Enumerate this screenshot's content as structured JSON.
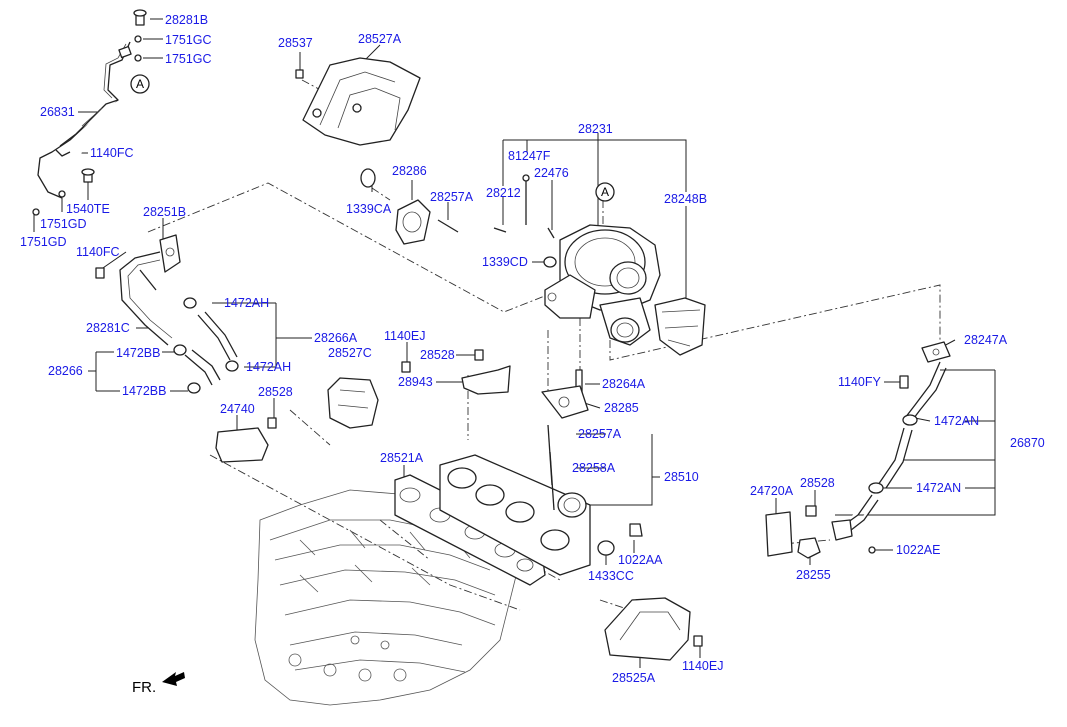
{
  "diagram": {
    "fr_label": "FR.",
    "callout_a": "A",
    "labels": [
      {
        "id": "l01",
        "text": "28281B"
      },
      {
        "id": "l02",
        "text": "1751GC"
      },
      {
        "id": "l03",
        "text": "1751GC"
      },
      {
        "id": "l04",
        "text": "26831"
      },
      {
        "id": "l05",
        "text": "1140FC"
      },
      {
        "id": "l06",
        "text": "1540TE"
      },
      {
        "id": "l07",
        "text": "1751GD"
      },
      {
        "id": "l08",
        "text": "1751GD"
      },
      {
        "id": "l09",
        "text": "28537"
      },
      {
        "id": "l10",
        "text": "28527A"
      },
      {
        "id": "l11",
        "text": "28231"
      },
      {
        "id": "l12",
        "text": "81247F"
      },
      {
        "id": "l13",
        "text": "22476"
      },
      {
        "id": "l14",
        "text": "28212"
      },
      {
        "id": "l15",
        "text": "28248B"
      },
      {
        "id": "l16",
        "text": "28286"
      },
      {
        "id": "l17",
        "text": "28257A"
      },
      {
        "id": "l18",
        "text": "1339CA"
      },
      {
        "id": "l19",
        "text": "1339CD"
      },
      {
        "id": "l20",
        "text": "28251B"
      },
      {
        "id": "l21",
        "text": "1140FC"
      },
      {
        "id": "l22",
        "text": "1472AH"
      },
      {
        "id": "l23",
        "text": "28281C"
      },
      {
        "id": "l24",
        "text": "28266A"
      },
      {
        "id": "l25",
        "text": "1472BB"
      },
      {
        "id": "l26",
        "text": "1472AH"
      },
      {
        "id": "l27",
        "text": "28266"
      },
      {
        "id": "l28",
        "text": "1472BB"
      },
      {
        "id": "l29",
        "text": "1140EJ"
      },
      {
        "id": "l30",
        "text": "28527C"
      },
      {
        "id": "l31",
        "text": "28528"
      },
      {
        "id": "l32",
        "text": "28943"
      },
      {
        "id": "l33",
        "text": "28528"
      },
      {
        "id": "l34",
        "text": "24740"
      },
      {
        "id": "l35",
        "text": "28264A"
      },
      {
        "id": "l36",
        "text": "28285"
      },
      {
        "id": "l37",
        "text": "28247A"
      },
      {
        "id": "l38",
        "text": "1140FY"
      },
      {
        "id": "l39",
        "text": "1472AN"
      },
      {
        "id": "l40",
        "text": "26870"
      },
      {
        "id": "l41",
        "text": "28257A"
      },
      {
        "id": "l42",
        "text": "28258A"
      },
      {
        "id": "l43",
        "text": "28510"
      },
      {
        "id": "l44",
        "text": "28521A"
      },
      {
        "id": "l45",
        "text": "1022AA"
      },
      {
        "id": "l46",
        "text": "1433CC"
      },
      {
        "id": "l47",
        "text": "24720A"
      },
      {
        "id": "l48",
        "text": "28528"
      },
      {
        "id": "l49",
        "text": "1472AN"
      },
      {
        "id": "l50",
        "text": "1022AE"
      },
      {
        "id": "l51",
        "text": "28255"
      },
      {
        "id": "l52",
        "text": "28525A"
      },
      {
        "id": "l53",
        "text": "1140EJ"
      }
    ]
  }
}
